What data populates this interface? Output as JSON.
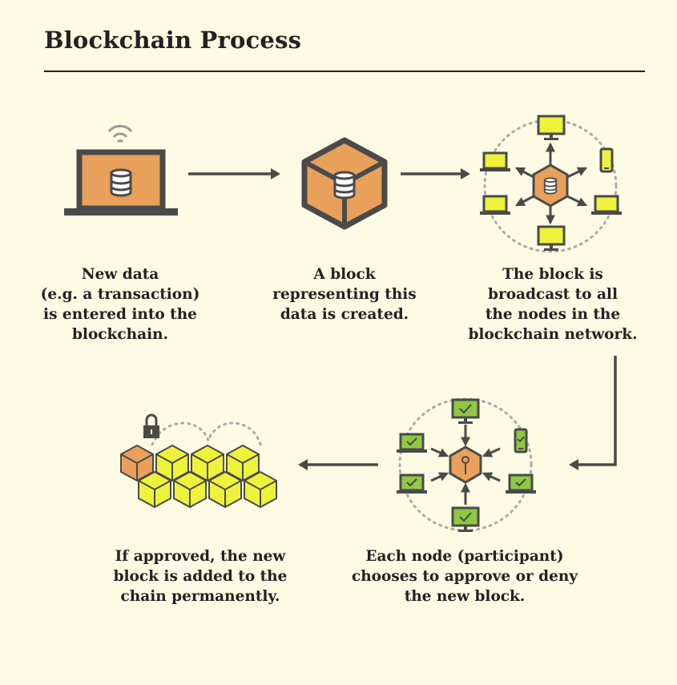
{
  "title": "Blockchain Process",
  "steps": [
    {
      "caption": "New data\n(e.g. a transaction)\nis entered into the\nblockchain.",
      "icon": "laptop-database-icon"
    },
    {
      "caption": "A block\nrepresenting this\ndata is created.",
      "icon": "block-cube-icon"
    },
    {
      "caption": "The block is\nbroadcast to all\nthe nodes in the\nblockchain network.",
      "icon": "network-broadcast-icon"
    },
    {
      "caption": "Each node (participant)\nchooses to approve or deny\nthe new block.",
      "icon": "node-approval-icon"
    },
    {
      "caption": "If approved, the new\nblock is added to the\nchain permanently.",
      "icon": "locked-chain-icon"
    }
  ],
  "colors": {
    "background": "#fdfbe4",
    "text": "#222222",
    "orange": "#e8a05a",
    "dark": "#4a4a4a",
    "yellow": "#eef23a",
    "green": "#8fc843",
    "arrow": "#4a4a4a"
  }
}
